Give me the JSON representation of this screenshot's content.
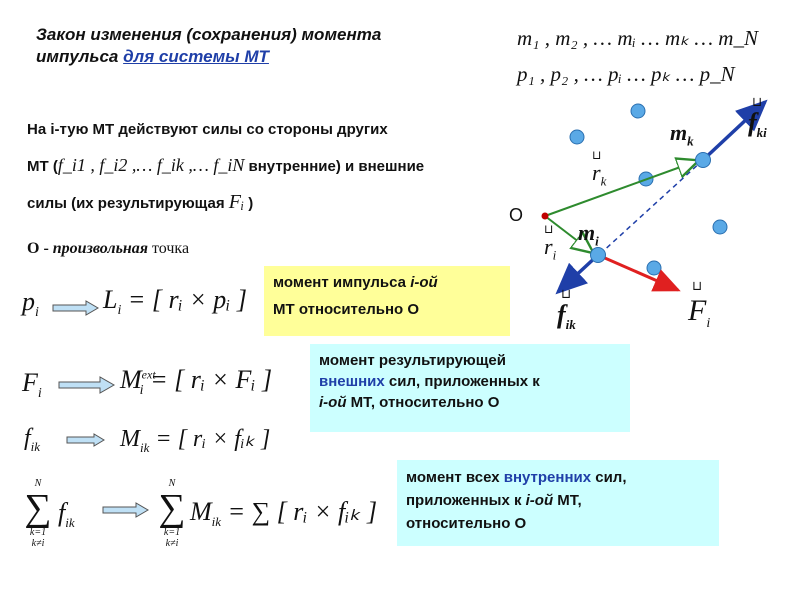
{
  "title": {
    "line1": "Закон изменения (сохранения) момента",
    "line2_plain": "импульса ",
    "line2_underlined": "для системы  МТ"
  },
  "header_formulas": {
    "masses": "m₁ , m₂ , … mᵢ … mₖ … m_N",
    "momenta": "p₁ , p₂ , … pᵢ … pₖ … p_N"
  },
  "intro": {
    "line1": "На i-тую МТ действуют силы со стороны других",
    "line2_start": "МТ  (",
    "line2_forces": "f_i1 , f_i2 ,… f_ik ,… f_iN",
    "line2_end": " внутренние) и внешние",
    "line3_start": "силы  (их результирующая ",
    "line3_symbol": "Fᵢ",
    "line3_end": " )"
  },
  "origin_note": {
    "bold_part": "О  - ",
    "italic_part": "произвольная",
    "end_part": " точка"
  },
  "diagram": {
    "origin_label": "O",
    "label_mk": "m",
    "label_mk_sub": "k",
    "label_mi": "m",
    "label_mi_sub": "i",
    "label_rk": "r",
    "label_rk_sub": "k",
    "label_ri": "r",
    "label_ri_sub": "i",
    "label_fki": "f",
    "label_fki_sub": "ki",
    "label_fik": "f",
    "label_fik_sub": "ik",
    "label_Fi": "F",
    "label_Fi_sub": "i",
    "colors": {
      "point": "#5aa9e6",
      "radius": "#2e8b2e",
      "force_ki": "#1f3fa8",
      "force_ext": "#e02020"
    }
  },
  "eq1": {
    "lhs": "p",
    "lhs_sub": "i",
    "rhs": "L",
    "rhs_sub": "i",
    "expr": "= [ rᵢ × pᵢ ]"
  },
  "box1": {
    "line1_start": "момент импульса ",
    "line1_italic": "i-ой",
    "line2": "МТ относительно О"
  },
  "eq2": {
    "lhs": "F",
    "lhs_sub": "i",
    "rhs": "M",
    "rhs_sub": "i",
    "rhs_sup": "ext",
    "expr": "= [ rᵢ × Fᵢ ]"
  },
  "box2": {
    "line1": "момент результирующей",
    "line2_blue": "внешних",
    "line2_end": " сил, приложенных к",
    "line3_italic": "i-ой",
    "line3_end": "  МТ, относительно О"
  },
  "eq3": {
    "lhs": "f",
    "lhs_sub": "ik",
    "rhs": "M",
    "rhs_sub": "ik",
    "expr": "= [ rᵢ × fᵢₖ ]"
  },
  "eq4": {
    "sum_sym": "∑",
    "sum_top": "N",
    "sum_bottom1": "k=1",
    "sum_bottom2": "k≠i",
    "lhs": "f",
    "lhs_sub": "ik",
    "mid": "M",
    "mid_sub": "ik",
    "expr": "= ∑ [ rᵢ × fᵢₖ ]"
  },
  "box3": {
    "line1_start": "момент всех ",
    "line1_blue": "внутренних",
    "line1_end": " сил,",
    "line2_start": "приложенных к  ",
    "line2_italic": "i-ой",
    "line2_end": "  МТ,",
    "line3": "относительно О"
  }
}
